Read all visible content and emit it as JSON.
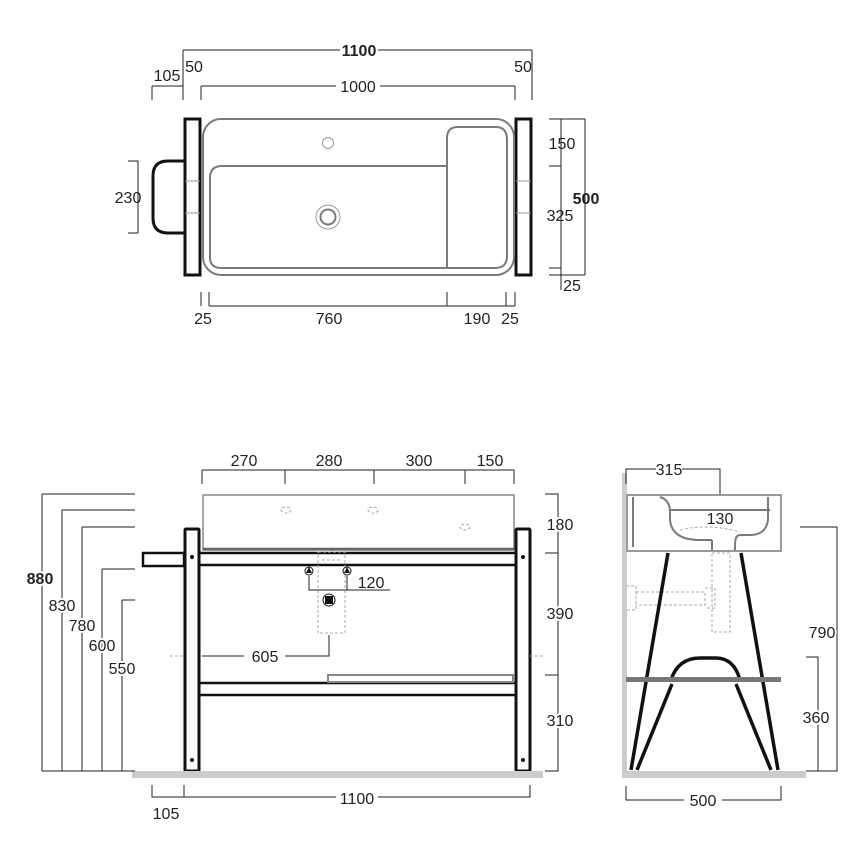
{
  "top_view": {
    "overall_width": "1100",
    "bar_offset": "105",
    "leg_left": "50",
    "leg_right": "50",
    "inner_width": "1000",
    "bar_span": "230",
    "depth_back": "150",
    "depth_mid": "325",
    "depth_total": "500",
    "depth_front": "25",
    "bottom": [
      "25",
      "760",
      "190",
      "25"
    ]
  },
  "front_view": {
    "hole_spacing": [
      "270",
      "280",
      "300",
      "150"
    ],
    "heights": [
      "880",
      "830",
      "780",
      "600",
      "550"
    ],
    "valve_spacing": "120",
    "drain_offset": "605",
    "right": [
      "180",
      "390",
      "310"
    ],
    "bar_offset": "105",
    "overall_width": "1100"
  },
  "side_view": {
    "top_depth": "315",
    "bowl_depth": "130",
    "rim_height": "790",
    "shelf_height": "360",
    "base_depth": "500"
  },
  "colors": {
    "line": "#111111",
    "basin": "#7a7a7a",
    "floor": "#cccccc"
  }
}
